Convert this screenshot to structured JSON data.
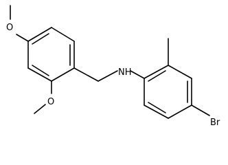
{
  "molecule": {
    "atom_labels": {
      "methoxy_top_o": "O",
      "methoxy_bottom_o": "O",
      "amine": "NH",
      "bromo": "Br"
    }
  }
}
